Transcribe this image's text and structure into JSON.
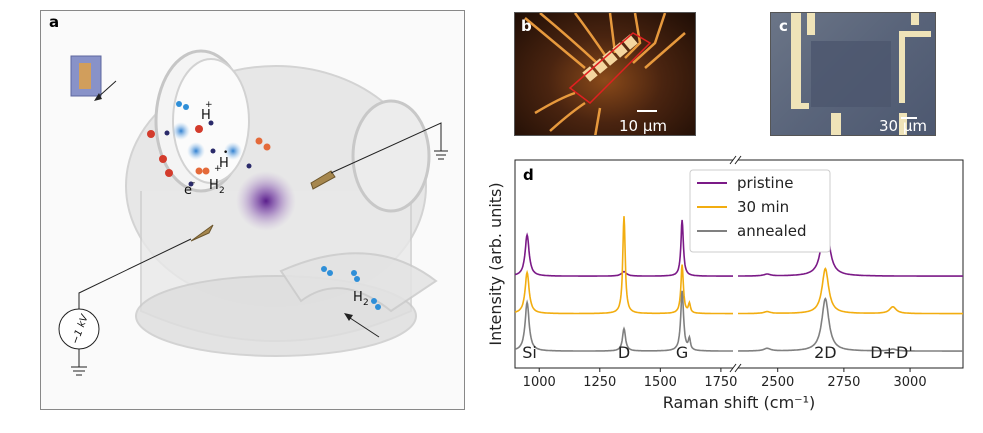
{
  "panels": {
    "a": {
      "label": "a",
      "species": {
        "H_plus": "H",
        "H_plus_sign": "+",
        "H_dot": "H",
        "H_dot_sign": "•",
        "H_dot_plus": "+",
        "H2": "H",
        "H2_sub": "2",
        "electron": "e",
        "electron_sign": "-",
        "H2_bottom": "H",
        "H2_bottom_sub": "2"
      },
      "voltage": "−1 kV"
    },
    "b": {
      "label": "b",
      "scale_bar": "10 μm"
    },
    "c": {
      "label": "c",
      "scale_bar": "30 μm"
    },
    "d": {
      "label": "d"
    }
  },
  "chart_data": {
    "type": "line",
    "label": "d",
    "xlabel": "Raman shift (cm⁻¹)",
    "ylabel": "Intensity (arb. units)",
    "x_break": [
      1800,
      2350
    ],
    "xlim_left": [
      900,
      1800
    ],
    "xlim_right": [
      2350,
      3200
    ],
    "xticks": [
      1000,
      1250,
      1500,
      1750,
      2500,
      2750,
      3000
    ],
    "xtick_labels": [
      "1000",
      "1250",
      "1500",
      "1750",
      "2500",
      "2750",
      "3000"
    ],
    "legend": [
      "pristine",
      "30 min",
      "annealed"
    ],
    "colors": {
      "pristine": "#7b1a87",
      "30 min": "#f2ad10",
      "annealed": "#808080"
    },
    "peak_labels": [
      {
        "text": "Si",
        "x": 960
      },
      {
        "text": "D",
        "x": 1350
      },
      {
        "text": "G",
        "x": 1590
      },
      {
        "text": "2D",
        "x": 2680
      },
      {
        "text": "D+D'",
        "x": 2930
      }
    ],
    "series": [
      {
        "name": "pristine",
        "offset": 2.0,
        "peaks": [
          [
            950,
            1.1,
            20
          ],
          [
            1350,
            0.12,
            25
          ],
          [
            1590,
            1.5,
            12
          ],
          [
            2460,
            0.05,
            30
          ],
          [
            2680,
            1.8,
            30
          ]
        ]
      },
      {
        "name": "30 min",
        "offset": 1.0,
        "peaks": [
          [
            950,
            1.1,
            20
          ],
          [
            1350,
            2.6,
            12
          ],
          [
            1590,
            1.3,
            12
          ],
          [
            1620,
            0.25,
            10
          ],
          [
            2460,
            0.05,
            30
          ],
          [
            2680,
            1.2,
            30
          ],
          [
            2935,
            0.18,
            30
          ]
        ]
      },
      {
        "name": "annealed",
        "offset": 0.0,
        "peaks": [
          [
            950,
            1.3,
            20
          ],
          [
            1350,
            0.6,
            15
          ],
          [
            1590,
            1.6,
            14
          ],
          [
            1620,
            0.3,
            10
          ],
          [
            2460,
            0.07,
            30
          ],
          [
            2680,
            1.4,
            32
          ],
          [
            2935,
            0.05,
            30
          ]
        ]
      }
    ]
  }
}
